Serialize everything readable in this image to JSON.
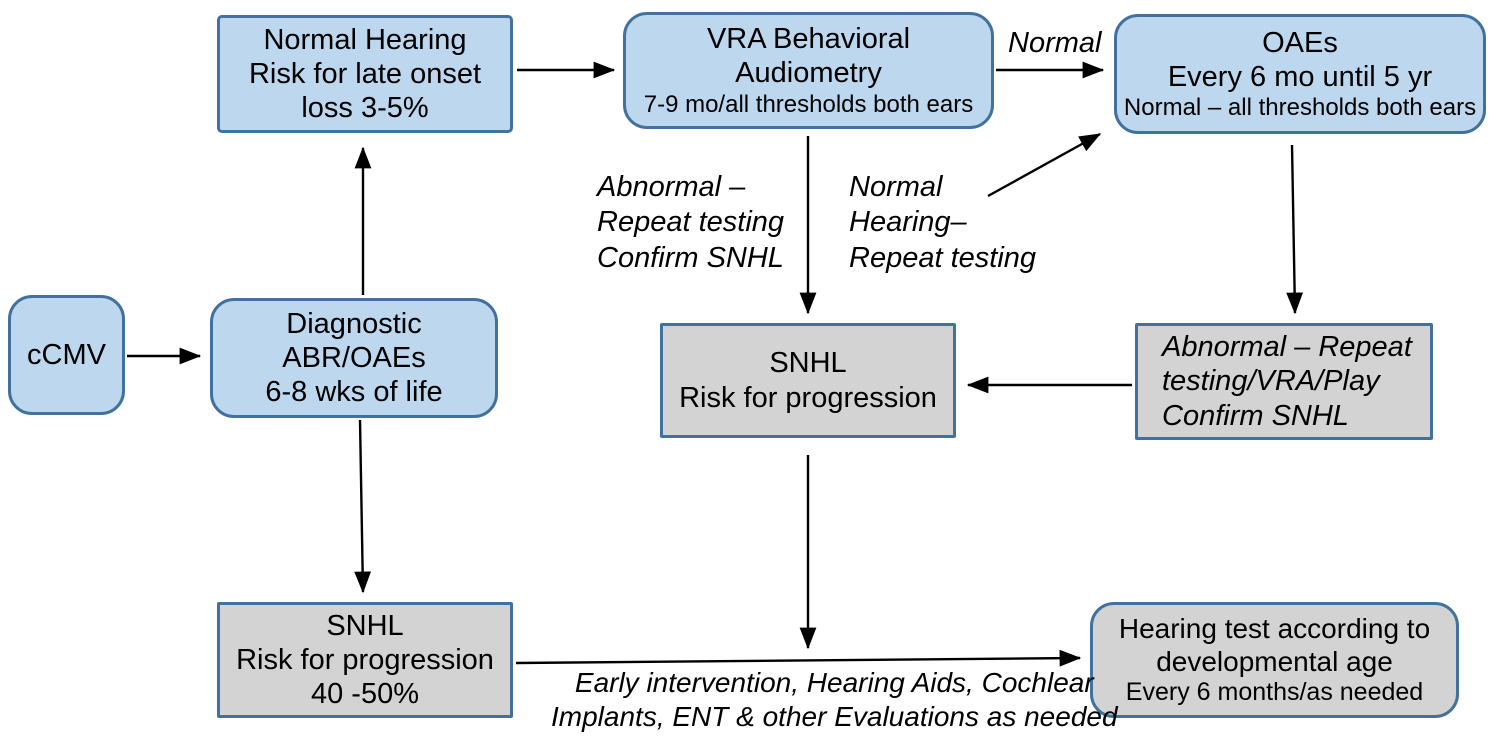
{
  "diagram": {
    "nodes": {
      "ccmv": {
        "lines": [
          "cCMV"
        ]
      },
      "diagnostic": {
        "lines": [
          "Diagnostic",
          "ABR/OAEs",
          "6-8 wks of life"
        ]
      },
      "normal_hearing": {
        "lines": [
          "Normal Hearing",
          "Risk for late onset",
          "loss 3-5%"
        ]
      },
      "vra": {
        "lines": [
          "VRA Behavioral",
          "Audiometry"
        ],
        "subline": "7-9 mo/all thresholds both ears"
      },
      "oaes": {
        "lines": [
          "OAEs",
          "Every 6 mo until 5 yr"
        ],
        "subline": "Normal – all thresholds both ears"
      },
      "snhl_mid": {
        "lines": [
          "SNHL",
          "Risk for progression"
        ]
      },
      "abnormal_repeat": {
        "lines": [
          "Abnormal – Repeat",
          "testing/VRA/Play",
          "Confirm SNHL"
        ]
      },
      "snhl_bottom": {
        "lines": [
          "SNHL",
          "Risk for progression",
          "40 -50%"
        ]
      },
      "hearing_test": {
        "lines": [
          "Hearing test according to",
          "developmental age"
        ],
        "subline": "Every 6 months/as needed"
      }
    },
    "edge_labels": {
      "normal": "Normal",
      "abnormal_confirm": {
        "lines": [
          "Abnormal –",
          "Repeat testing",
          "Confirm SNHL"
        ]
      },
      "normal_hearing_repeat": {
        "lines": [
          "Normal",
          "Hearing–",
          "Repeat testing"
        ]
      },
      "early_intervention": {
        "lines": [
          "Early intervention, Hearing Aids, Cochlear",
          "Implants, ENT & other Evaluations as needed"
        ]
      }
    },
    "colors": {
      "blue_fill": "#bdd7ee",
      "blue_border": "#41719c",
      "gray_fill": "#d3d3d4",
      "gray_border": "#41719c",
      "arrow": "#000000",
      "text": "#000000",
      "background": "#ffffff"
    }
  }
}
